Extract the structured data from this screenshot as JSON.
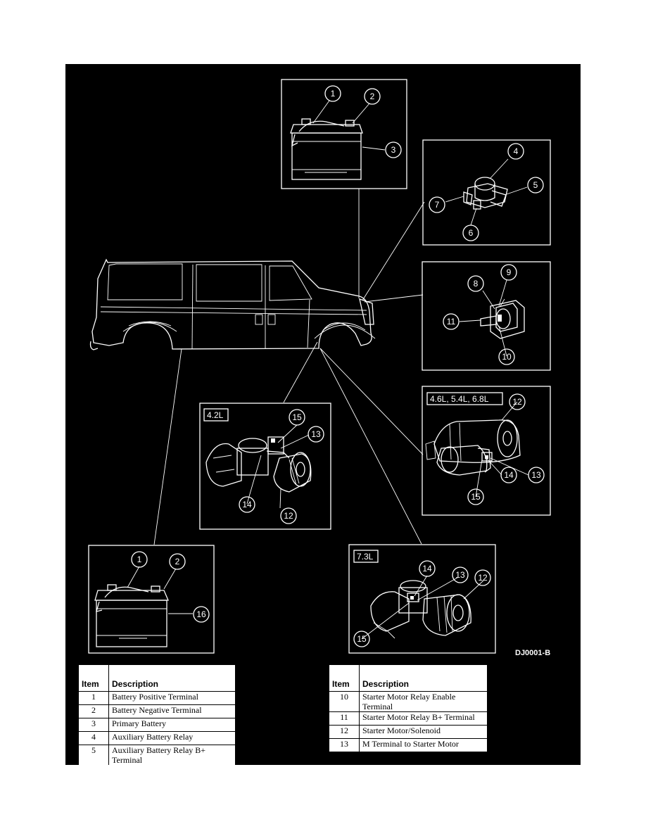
{
  "figure_code": "DJ0001-B",
  "engine_labels": {
    "e42": "4.2L",
    "e46": "4.6L, 5.4L, 6.8L",
    "e73": "7.3L"
  },
  "callouts": {
    "c1": "1",
    "c2": "2",
    "c3": "3",
    "c4": "4",
    "c5": "5",
    "c6": "6",
    "c7": "7",
    "c8": "8",
    "c9": "9",
    "c10": "10",
    "c11": "11",
    "c12": "12",
    "c13": "13",
    "c14": "14",
    "c15": "15",
    "c16": "16"
  },
  "legend": {
    "header_item": "Item",
    "header_description": "Description",
    "left_rows": [
      {
        "item": "1",
        "description": "Battery Positive Terminal"
      },
      {
        "item": "2",
        "description": "Battery Negative Terminal"
      },
      {
        "item": "3",
        "description": "Primary Battery"
      },
      {
        "item": "4",
        "description": "Auxiliary Battery Relay"
      },
      {
        "item": "5",
        "description": "Auxiliary Battery Relay B+ Terminal"
      }
    ],
    "right_rows": [
      {
        "item": "10",
        "description": "Starter Motor Relay Enable Terminal"
      },
      {
        "item": "11",
        "description": "Starter Motor Relay B+ Terminal"
      },
      {
        "item": "12",
        "description": "Starter Motor/Solenoid"
      },
      {
        "item": "13",
        "description": "M Terminal to Starter Motor"
      }
    ]
  }
}
